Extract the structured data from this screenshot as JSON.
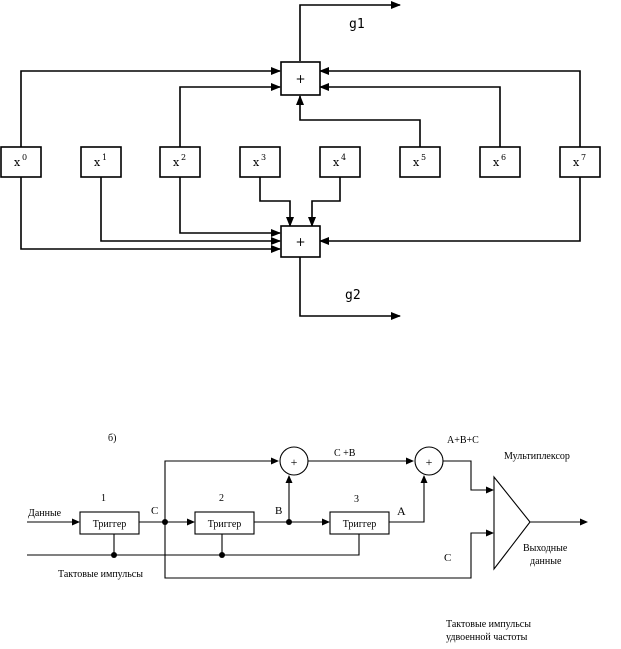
{
  "diagram1": {
    "sum_symbol": "+",
    "outputs": {
      "g1": "g1",
      "g2": "g2"
    },
    "registers": [
      {
        "base": "x",
        "exp": "0"
      },
      {
        "base": "x",
        "exp": "1"
      },
      {
        "base": "x",
        "exp": "2"
      },
      {
        "base": "x",
        "exp": "3"
      },
      {
        "base": "x",
        "exp": "4"
      },
      {
        "base": "x",
        "exp": "5"
      },
      {
        "base": "x",
        "exp": "6"
      },
      {
        "base": "x",
        "exp": "7"
      }
    ]
  },
  "diagram2": {
    "fragment": "б)",
    "data_input": "Данные",
    "trigger_label": "Триггер",
    "trigger_numbers": [
      "1",
      "2",
      "3"
    ],
    "signals": {
      "c": "C",
      "b": "B",
      "a": "A",
      "c_mux": "C"
    },
    "sum_cb": "C +B",
    "sum_abc": "A+B+C",
    "adder_symbol": "+",
    "multiplexer": "Мультиплексор",
    "output_line1": "Выходные",
    "output_line2": "данные",
    "clock": "Тактовые импульсы",
    "clock2_line1": "Тактовые импульсы",
    "clock2_line2": "удвоенной частоты"
  }
}
